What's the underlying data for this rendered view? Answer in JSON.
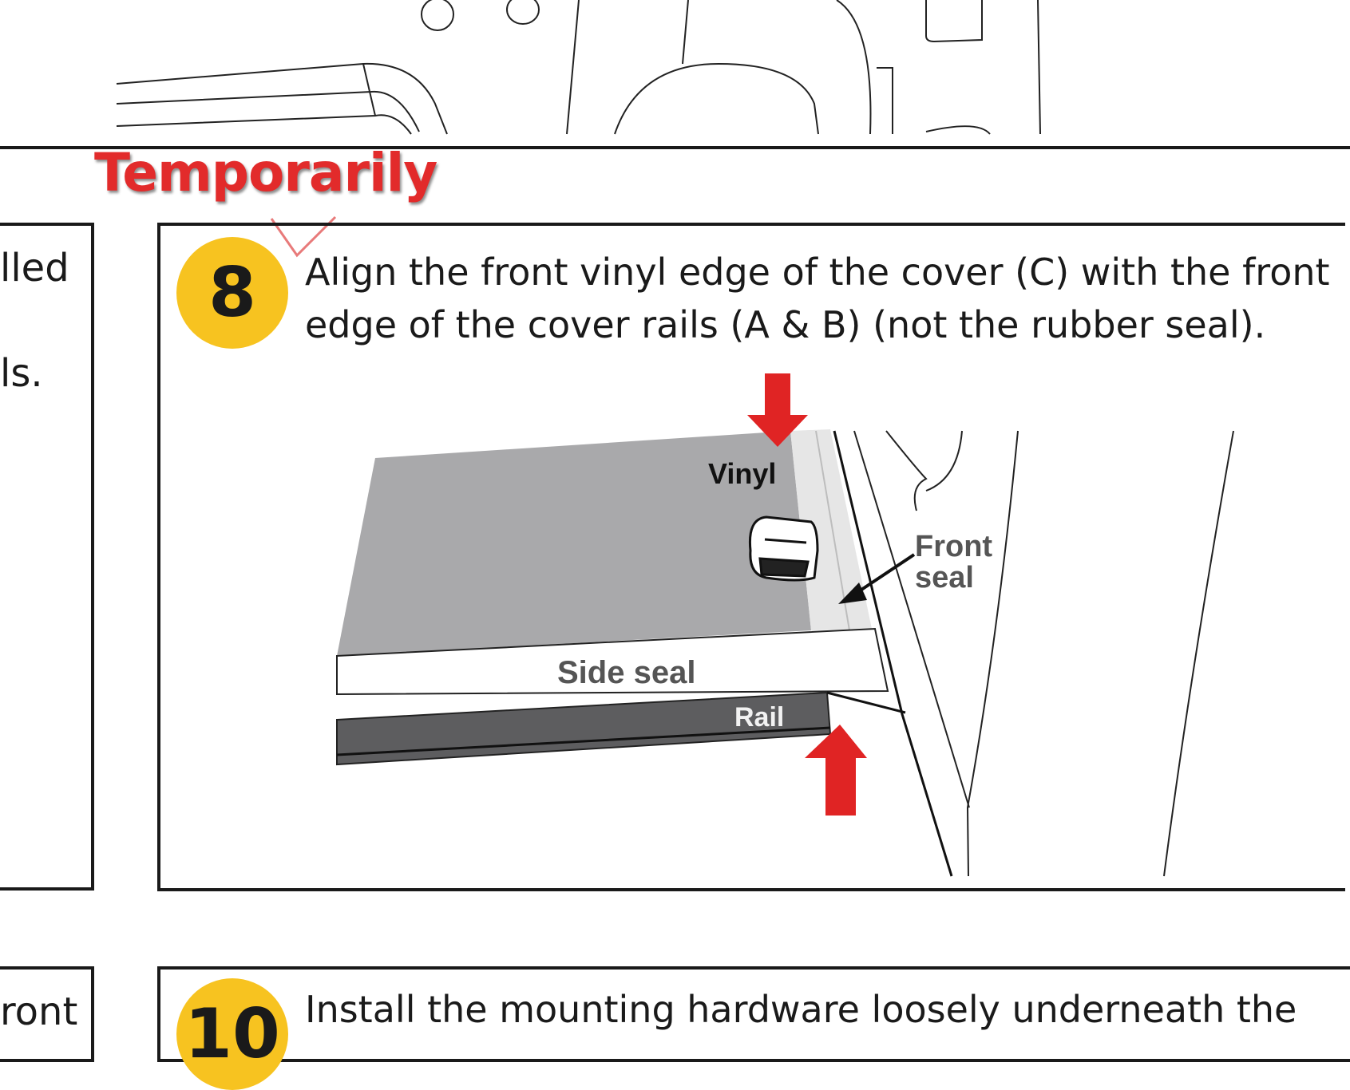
{
  "annotation": {
    "text": "Temporarily",
    "color": "#e22b2b"
  },
  "left_column": {
    "fragment_1": "lled",
    "fragment_2": "ls.",
    "fragment_3": "ront"
  },
  "step_8": {
    "number": "8",
    "line_1": "Align the front vinyl edge of the cover (C) with the front",
    "line_2": "edge of the cover rails (A & B) (not the rubber seal).",
    "badge_color": "#f7c320"
  },
  "diagram": {
    "label_vinyl": "Vinyl",
    "label_front": "Front",
    "label_seal": "seal",
    "label_side_seal": "Side seal",
    "label_rail": "Rail",
    "cover_color": "#a9a9ab",
    "rail_color": "#5d5d5f",
    "arrow_color": "#e02424"
  },
  "step_10": {
    "number": "10",
    "text": "Install the mounting hardware loosely underneath the"
  }
}
